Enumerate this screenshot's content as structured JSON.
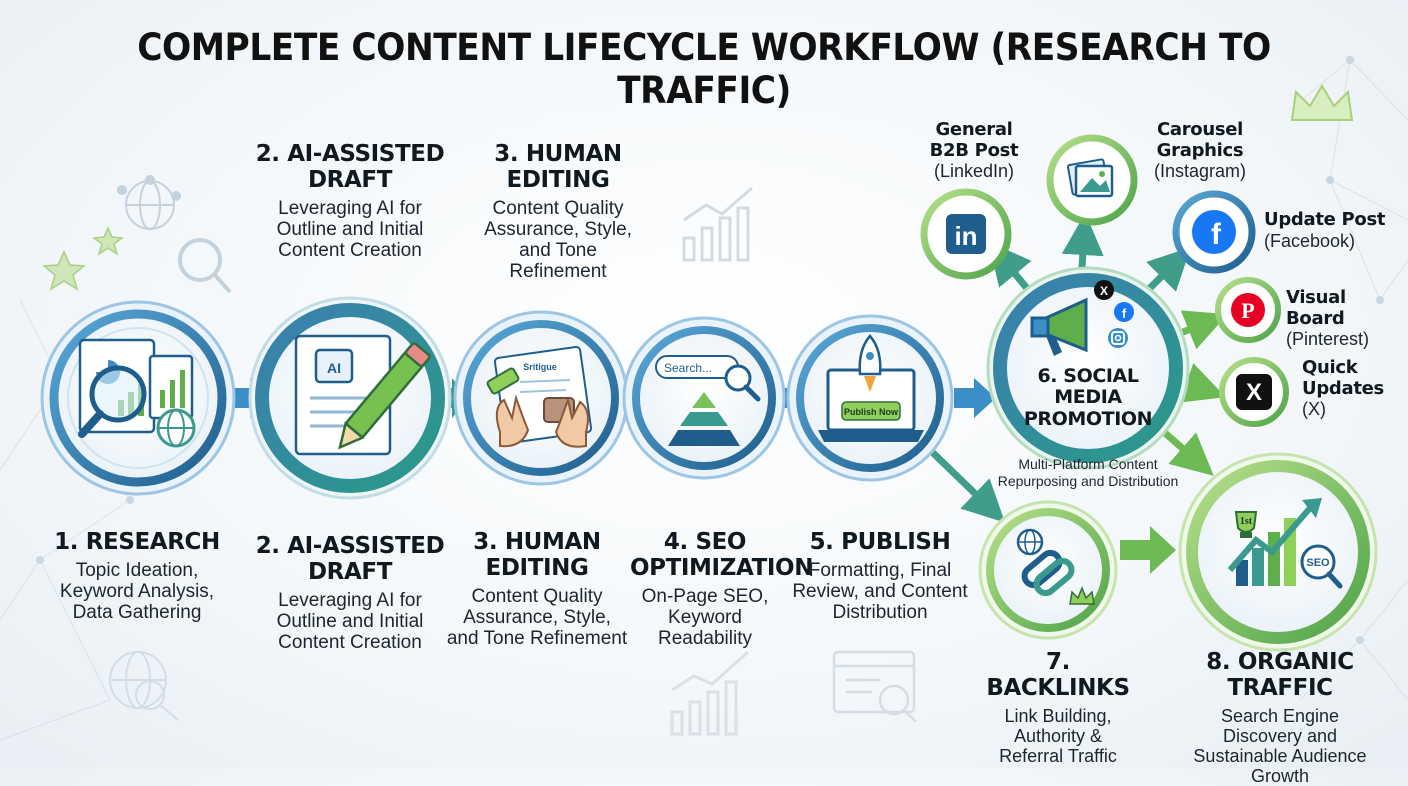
{
  "title": "COMPLETE CONTENT LIFECYCLE WORKFLOW (RESEARCH TO TRAFFIC)",
  "top_labels": {
    "draft": {
      "title": "2. AI-ASSISTED DRAFT",
      "desc": "Leveraging AI for Outline and Initial Content Creation"
    },
    "edit": {
      "title": "3. HUMAN EDITING",
      "desc": "Content Quality Assurance, Style, and Tone Refinement"
    }
  },
  "steps": {
    "research": {
      "title": "1. RESEARCH",
      "desc": "Topic Ideation, Keyword Analysis, Data Gathering"
    },
    "draft": {
      "title": "2. AI-ASSISTED DRAFT",
      "desc": "Leveraging AI for Outline and Initial Content Creation"
    },
    "edit": {
      "title": "3. HUMAN EDITING",
      "desc": "Content Quality Assurance, Style, and Tone Refinement"
    },
    "seo": {
      "title": "4. SEO OPTIMIZATION",
      "desc": "On-Page SEO, Keyword Readability"
    },
    "publish": {
      "title": "5. PUBLISH",
      "desc": "Formatting, Final Review, and Content Distribution"
    },
    "social": {
      "title": "6. SOCIAL MEDIA PROMOTION",
      "desc": "Multi-Platform Content Repurposing and Distribution"
    },
    "backlinks": {
      "title": "7. BACKLINKS",
      "desc": "Link Building, Authority & Referral Traffic"
    },
    "traffic": {
      "title": "8. ORGANIC TRAFFIC",
      "desc": "Search Engine Discovery and Sustainable Audience Growth"
    }
  },
  "platforms": {
    "linkedin": {
      "name": "General B2B Post",
      "platform": "(LinkedIn)"
    },
    "instagram": {
      "name": "Carousel Graphics",
      "platform": "(Instagram)"
    },
    "facebook": {
      "name": "Update Post",
      "platform": "(Facebook)"
    },
    "pinterest": {
      "name": "Visual Board",
      "platform": "(Pinterest)"
    },
    "x": {
      "name": "Quick Updates",
      "platform": "(X)"
    }
  },
  "icon_text": {
    "ai_chip": "AI",
    "doc_heading": "Sritigue",
    "search_box": "Search...",
    "publish_button": "Publish Now",
    "seo_badge": "SEO",
    "trophy": "1st",
    "linkedin": "in",
    "facebook": "f",
    "pinterest": "P",
    "x": "X"
  },
  "colors": {
    "blue_dark": "#1f5e8c",
    "blue_mid": "#3b8fc6",
    "teal": "#3a9a8e",
    "green": "#5fae4c",
    "green_light": "#8fcf5a",
    "linkedin": "#0a66c2",
    "facebook": "#1877f2",
    "pinterest": "#e60023",
    "x": "#111111"
  }
}
